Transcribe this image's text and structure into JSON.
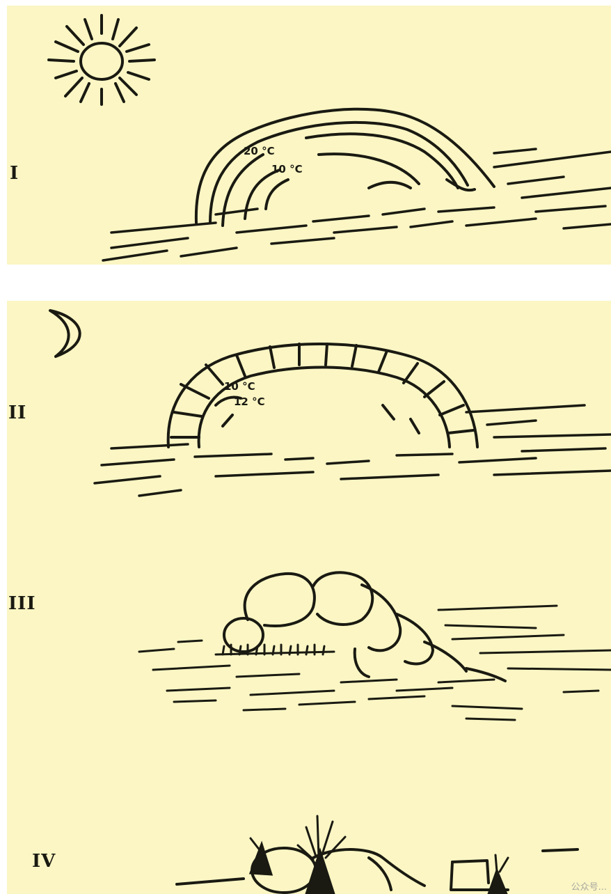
{
  "stages": [
    {
      "label": "I",
      "temperatures": [
        "20 °C",
        "10 °C"
      ]
    },
    {
      "label": "II",
      "temperatures": [
        "10 °C",
        "12 °C"
      ]
    },
    {
      "label": "III"
    },
    {
      "label": "IV"
    }
  ],
  "icons": {
    "sun": "sun-icon",
    "moon": "crescent-moon-icon"
  },
  "colors": {
    "panel_background": "#fbf6c4",
    "ink": "#1a1a12"
  },
  "watermark": "公众号..."
}
